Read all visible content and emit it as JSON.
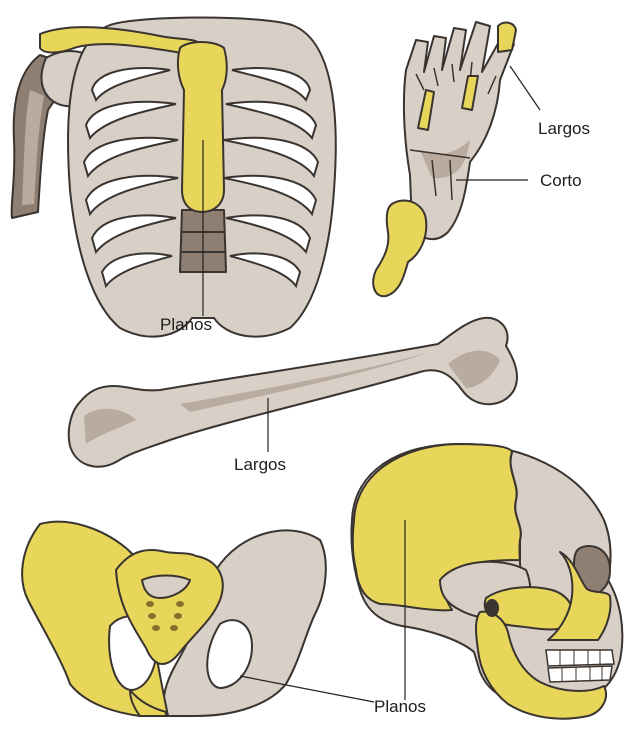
{
  "labels": {
    "planos_thorax": "Planos",
    "largos_foot": "Largos",
    "corto_foot": "Corto",
    "largos_femur": "Largos",
    "planos_pelvis_skull": "Planos"
  },
  "colors": {
    "bone": "#d8cfc6",
    "bone_shadow": "#b9aba0",
    "highlight": "#e8d65a",
    "outline": "#3a3431"
  }
}
